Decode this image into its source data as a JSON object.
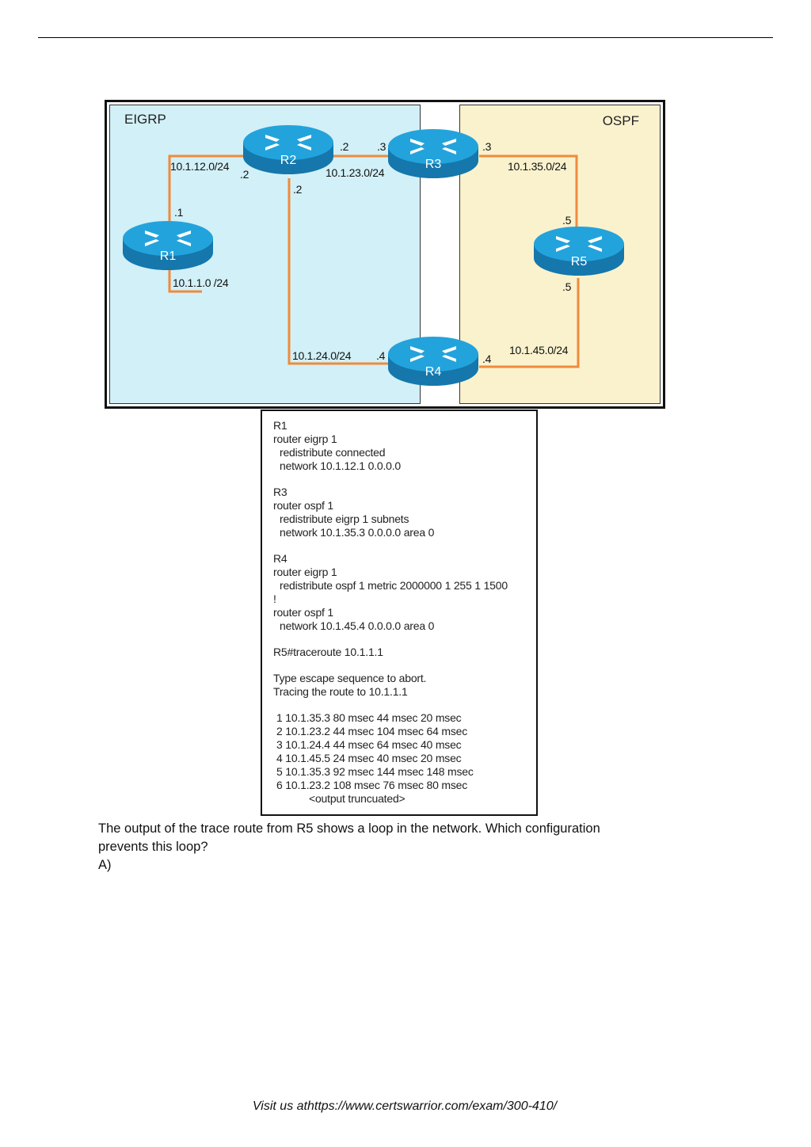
{
  "diagram": {
    "zones": {
      "left": "EIGRP",
      "right": "OSPF"
    },
    "routers": {
      "r1": "R1",
      "r2": "R2",
      "r3": "R3",
      "r4": "R4",
      "r5": "R5"
    },
    "networks": {
      "n12": "10.1.12.0/24",
      "n23": "10.1.23.0/24",
      "n35": "10.1.35.0/24",
      "n24": "10.1.24.0/24",
      "n45": "10.1.45.0/24",
      "n1": "10.1.1.0 /24"
    },
    "interfaces": {
      "r1_top": ".1",
      "r2_left": ".2",
      "r2_right": ".2",
      "r2_bottom": ".2",
      "r3_left": ".3",
      "r3_right": ".3",
      "r5_top": ".5",
      "r5_bottom": ".5",
      "r4_left": ".4",
      "r4_right": ".4"
    },
    "link_color": "#f08a3c",
    "router_color": "#1e8fc4"
  },
  "config": {
    "r1": {
      "title": "R1",
      "lines": [
        "router eigrp 1",
        "redistribute connected",
        "network 10.1.12.1 0.0.0.0"
      ]
    },
    "r3": {
      "title": "R3",
      "lines": [
        "router ospf 1",
        "redistribute eigrp 1 subnets",
        "network 10.1.35.3 0.0.0.0 area 0"
      ]
    },
    "r4": {
      "title": "R4",
      "lines": [
        "router eigrp 1",
        "redistribute ospf 1 metric 2000000 1 255 1 1500",
        "!",
        "router ospf 1",
        "network 10.1.45.4 0.0.0.0 area 0"
      ]
    },
    "command": "R5#traceroute 10.1.1.1",
    "trace_header": [
      "Type escape sequence to abort.",
      "Tracing the route to 10.1.1.1"
    ],
    "hops": [
      "1 10.1.35.3 80 msec 44 msec 20 msec",
      "2 10.1.23.2 44 msec 104 msec 64 msec",
      "3 10.1.24.4 44 msec 64 msec 40 msec",
      "4 10.1.45.5 24 msec 40 msec 20 msec",
      "5 10.1.35.3 92 msec 144 msec 148 msec",
      "6 10.1.23.2 108 msec 76 msec 80 msec"
    ],
    "truncated": "<output truncuated>"
  },
  "question": {
    "text_line1": "The output of the trace route from R5 shows a loop in the network. Which configuration",
    "text_line2": "prevents this loop?",
    "option_a": "A)"
  },
  "footer": "Visit us athttps://www.certswarrior.com/exam/300-410/"
}
